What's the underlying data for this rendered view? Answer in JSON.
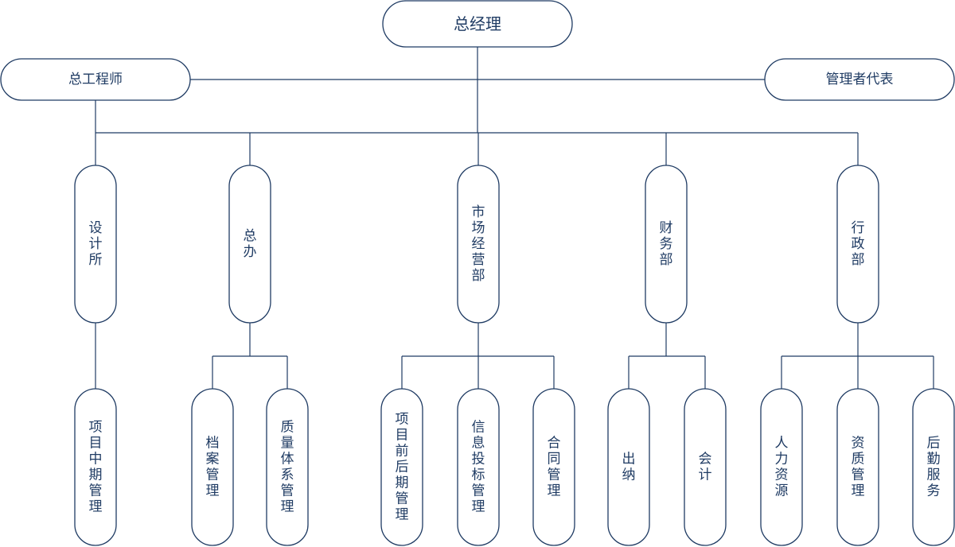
{
  "colors": {
    "stroke": "#1f3b63",
    "text": "#1f3b63",
    "background": "#ffffff"
  },
  "org": {
    "root": {
      "label": "总经理"
    },
    "side_left": {
      "label": "总工程师"
    },
    "side_right": {
      "label": "管理者代表"
    },
    "departments": [
      {
        "label": "设计所",
        "children": [
          {
            "label": "项目中期管理"
          }
        ]
      },
      {
        "label": "总办",
        "children": [
          {
            "label": "档案管理"
          },
          {
            "label": "质量体系管理"
          }
        ]
      },
      {
        "label": "市场经营部",
        "children": [
          {
            "label": "项目前后期管理"
          },
          {
            "label": "信息投标管理"
          },
          {
            "label": "合同管理"
          }
        ]
      },
      {
        "label": "财务部",
        "children": [
          {
            "label": "出纳"
          },
          {
            "label": "会计"
          }
        ]
      },
      {
        "label": "行政部",
        "children": [
          {
            "label": "人力资源"
          },
          {
            "label": "资质管理"
          },
          {
            "label": "后勤服务"
          }
        ]
      }
    ]
  }
}
